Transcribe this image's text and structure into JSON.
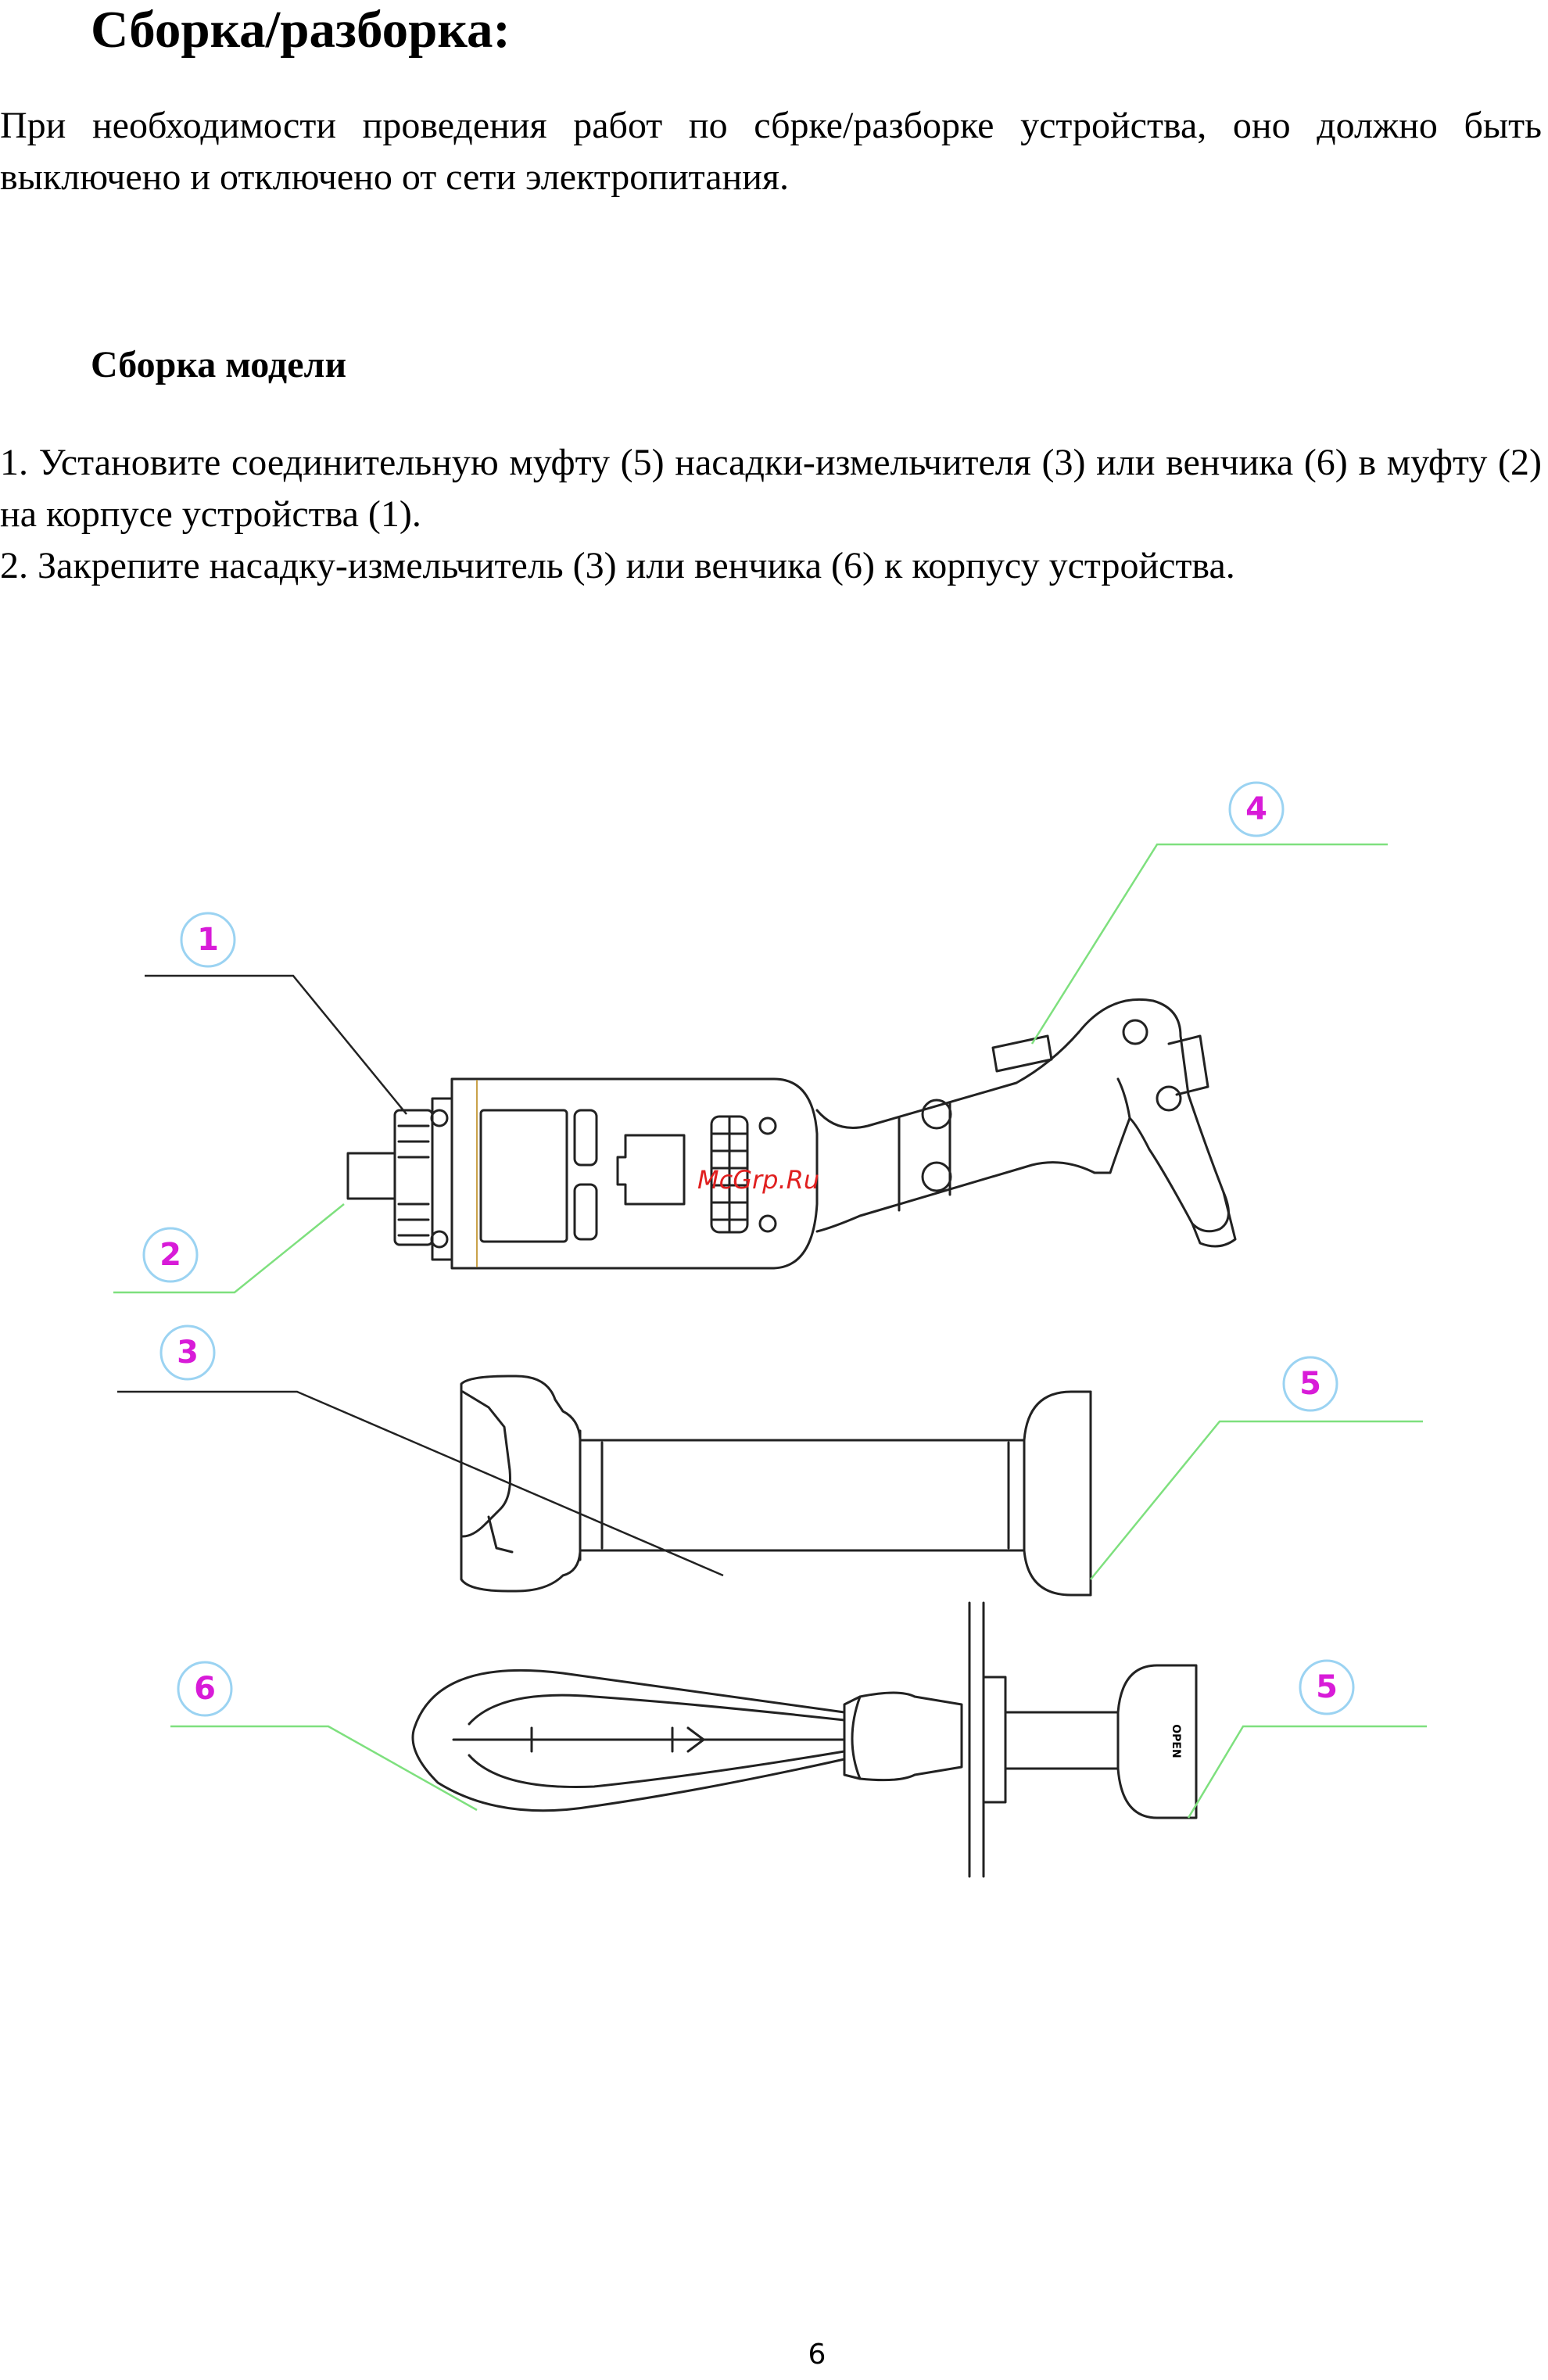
{
  "title": "Сборка/разборка:",
  "intro": "При необходимости проведения работ по сбрке/разборке устройства, оно должно быть выключено и отключено от сети электропитания.",
  "section_title": "Сборка модели",
  "steps": [
    "1. Установите соединительную муфту (5) насадки-измельчителя (3) или венчика (6) в муфту (2) на корпусе устройства (1).",
    "2. Закрепите насадку-измельчитель (3) или венчика (6) к корпусу устройства."
  ],
  "figure": {
    "callouts": [
      "1",
      "2",
      "3",
      "4",
      "5",
      "6",
      "5"
    ],
    "watermark": "McGrp.Ru",
    "open_label": "OPEN",
    "callout_color": "#d81bd8",
    "leader_color": "#7ee07e"
  },
  "page_number": "6"
}
